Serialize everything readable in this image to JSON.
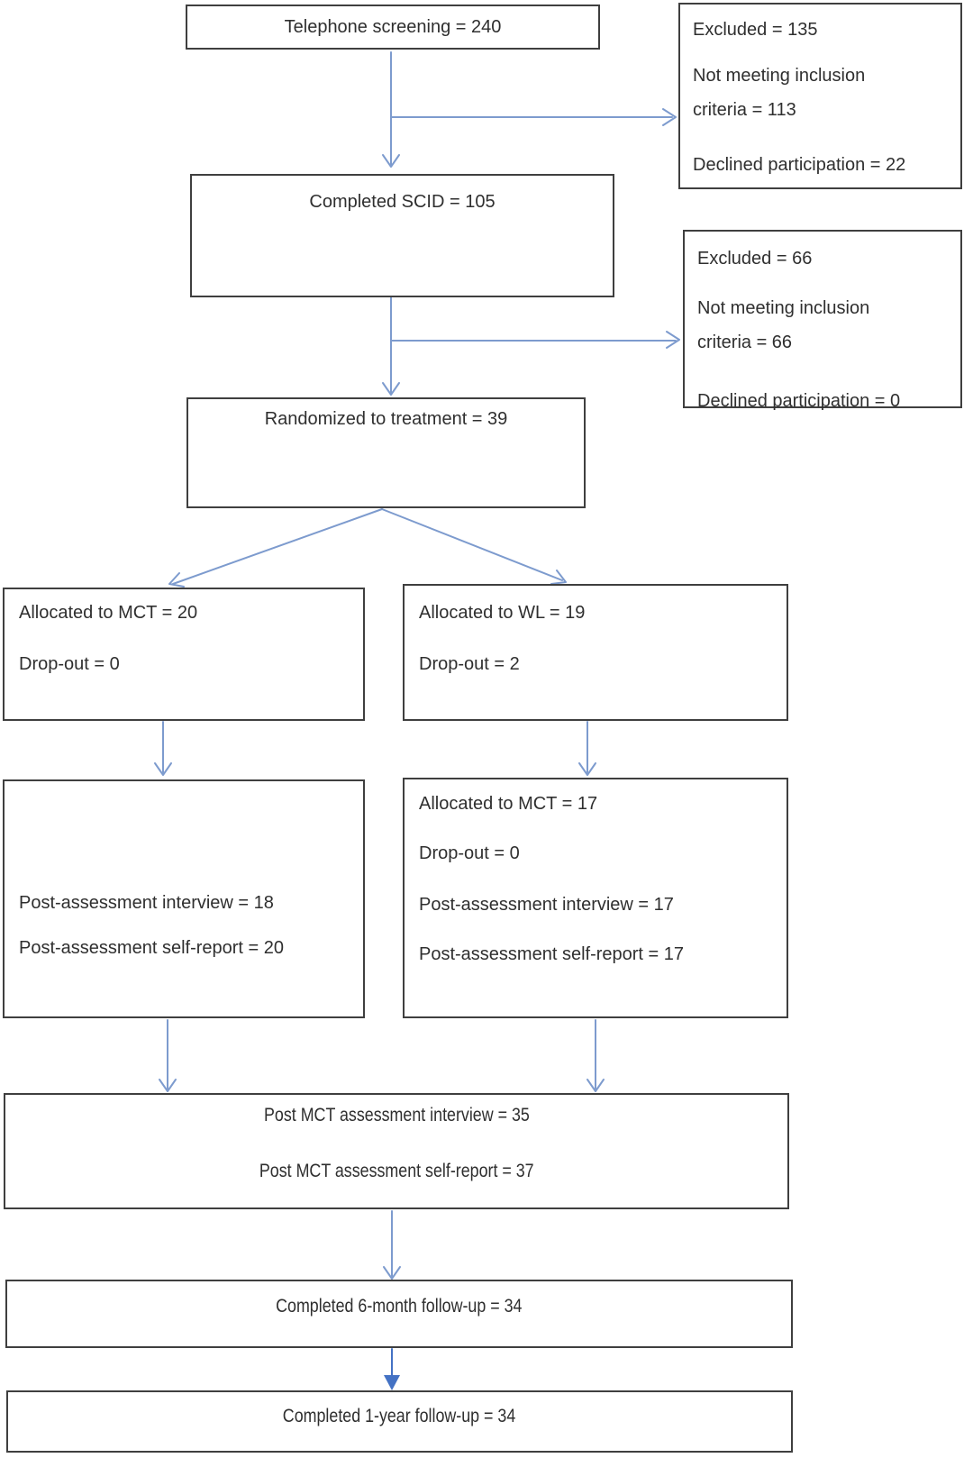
{
  "flowchart": {
    "telephone_screening": "Telephone screening = 240",
    "excluded_1": {
      "line1": "Excluded = 135",
      "line2": "Not meeting inclusion criteria = 113",
      "line3": "Declined participation = 22"
    },
    "completed_scid": "Completed SCID = 105",
    "excluded_2": {
      "line1": "Excluded = 66",
      "line2": "Not meeting inclusion criteria = 66",
      "line3": "Declined participation = 0"
    },
    "randomized": "Randomized to treatment = 39",
    "allocated_mct": {
      "line1": "Allocated to MCT = 20",
      "line2": "Drop-out = 0"
    },
    "allocated_wl": {
      "line1": "Allocated to WL = 19",
      "line2": "Drop-out = 2"
    },
    "post_assessment_mct": {
      "line1": "Post-assessment interview = 18",
      "line2": "Post-assessment self-report = 20"
    },
    "post_assessment_wl": {
      "line1": "Allocated to MCT = 17",
      "line2": "Drop-out = 0",
      "line3": "Post-assessment interview = 17",
      "line4": "Post-assessment self-report = 17"
    },
    "post_combined": {
      "line1": "Post MCT assessment interview = 35",
      "line2": "Post MCT assessment self-report = 37"
    },
    "followup_6month": "Completed 6-month follow-up = 34",
    "followup_1year": "Completed 1-year follow-up = 34",
    "colors": {
      "arrow_line": "#7d9bce",
      "arrow_filled_head": "#4472c4",
      "box_border": "#3f3f3f",
      "text": "#2f2f2f"
    }
  }
}
